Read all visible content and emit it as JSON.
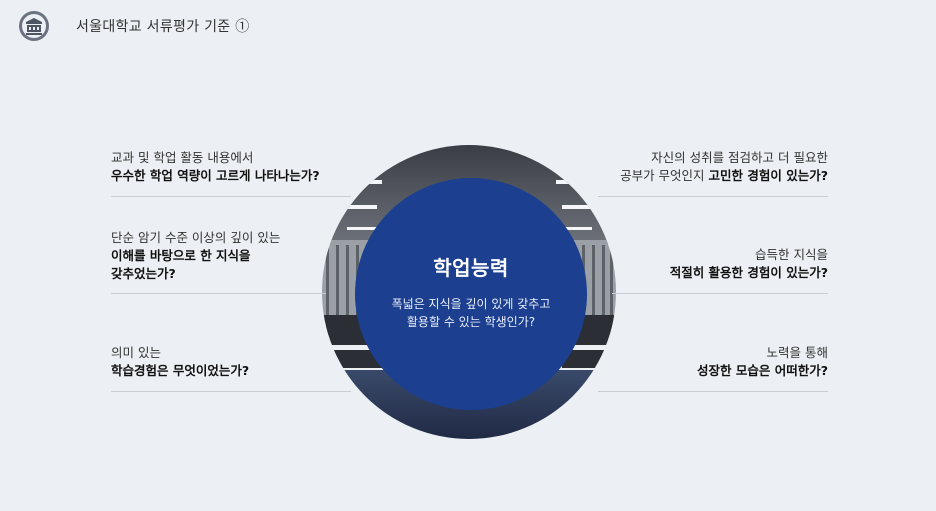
{
  "header": {
    "title": "서울대학교 서류평가 기준 ①",
    "logo_name": "snu-emblem-icon"
  },
  "center": {
    "title": "학업능력",
    "subtitle_line1": "폭넓은 지식을 깊이 있게 갖추고",
    "subtitle_line2": "활용할 수 있는 학생인가?"
  },
  "left_items": [
    {
      "line1": "교과 및 학업 활동 내용에서",
      "line2": "우수한 학업 역량이 고르게 나타나는가?"
    },
    {
      "line1": "단순 암기 수준 이상의 깊이 있는",
      "line2": "이해를 바탕으로 한 지식을",
      "line3": "갖추었는가?"
    },
    {
      "line1": "의미 있는",
      "line2": "학습경험은 무엇이었는가?"
    }
  ],
  "right_items": [
    {
      "line1": "자신의 성취를 점검하고 더 필요한",
      "line2a": "공부가 무엇인지 ",
      "line2b": "고민한 경험이 있는가?"
    },
    {
      "line1": "습득한 지식을",
      "line2": "적절히 활용한 경험이 있는가?"
    },
    {
      "line1": "노력을 통해",
      "line2": "성장한 모습은 어떠한가?"
    }
  ],
  "colors": {
    "background": "#eceff3",
    "accent_blue": "#1c3f90",
    "rule": "#c9ced6"
  }
}
